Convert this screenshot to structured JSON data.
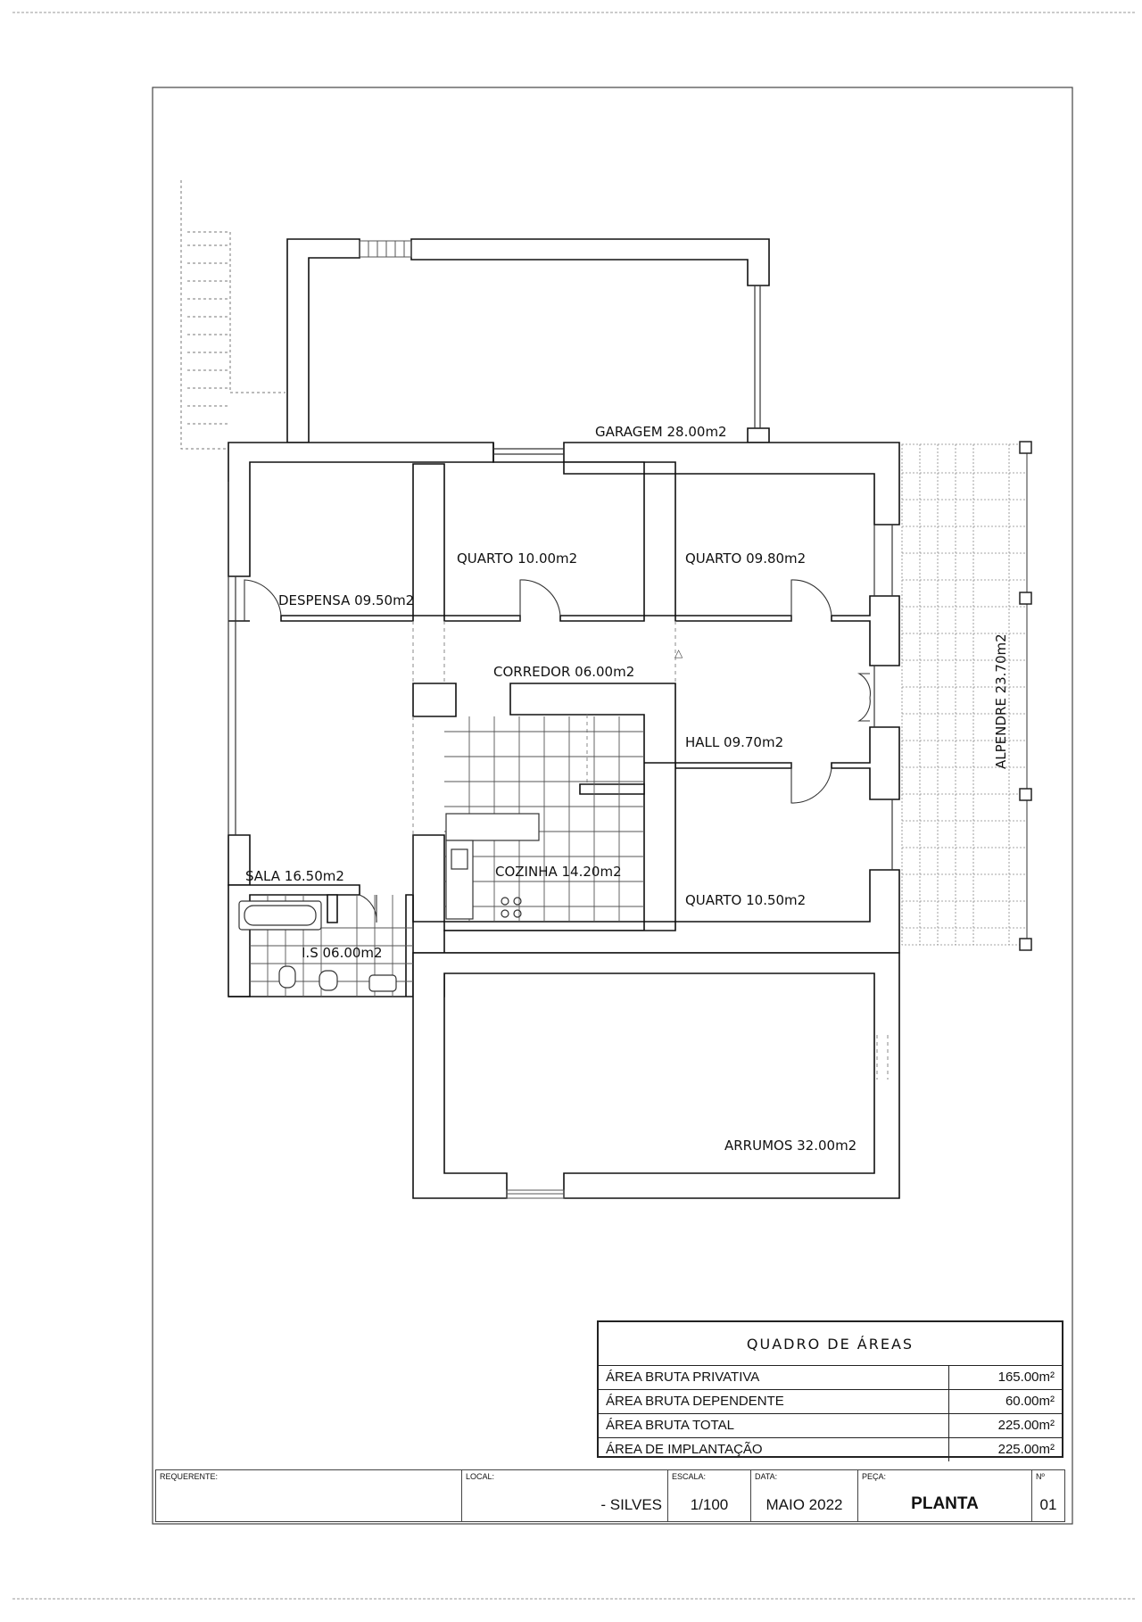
{
  "rooms": {
    "garagem": "GARAGEM 28.00m2",
    "quarto1": "QUARTO 10.00m2",
    "quarto2": "QUARTO 09.80m2",
    "despensa": "DESPENSA 09.50m2",
    "corredor": "CORREDOR 06.00m2",
    "hall": "HALL 09.70m2",
    "alpendre": "ALPENDRE 23.70m2",
    "sala": "SALA 16.50m2",
    "cozinha": "COZINHA 14.20m2",
    "quarto3": "QUARTO 10.50m2",
    "is": "I.S 06.00m2",
    "arrumos": "ARRUMOS 32.00m2"
  },
  "areas_table": {
    "title": "QUADRO  DE  ÁREAS",
    "rows": [
      {
        "label": "ÁREA BRUTA PRIVATIVA",
        "value": "165.00m²"
      },
      {
        "label": "ÁREA BRUTA DEPENDENTE",
        "value": "60.00m²"
      },
      {
        "label": "ÁREA BRUTA TOTAL",
        "value": "225.00m²"
      },
      {
        "label": "ÁREA DE IMPLANTAÇÃO",
        "value": "225.00m²"
      }
    ]
  },
  "title_block": {
    "requerente_label": "REQUERENTE:",
    "requerente_value": "",
    "local_label": "LOCAL:",
    "local_value": "- SILVES",
    "escala_label": "ESCALA:",
    "escala_value": "1/100",
    "data_label": "DATA:",
    "data_value": "MAIO  2022",
    "peca_label": "PEÇA:",
    "peca_value": "PLANTA",
    "numero_label": "Nº",
    "numero_value": "01"
  }
}
